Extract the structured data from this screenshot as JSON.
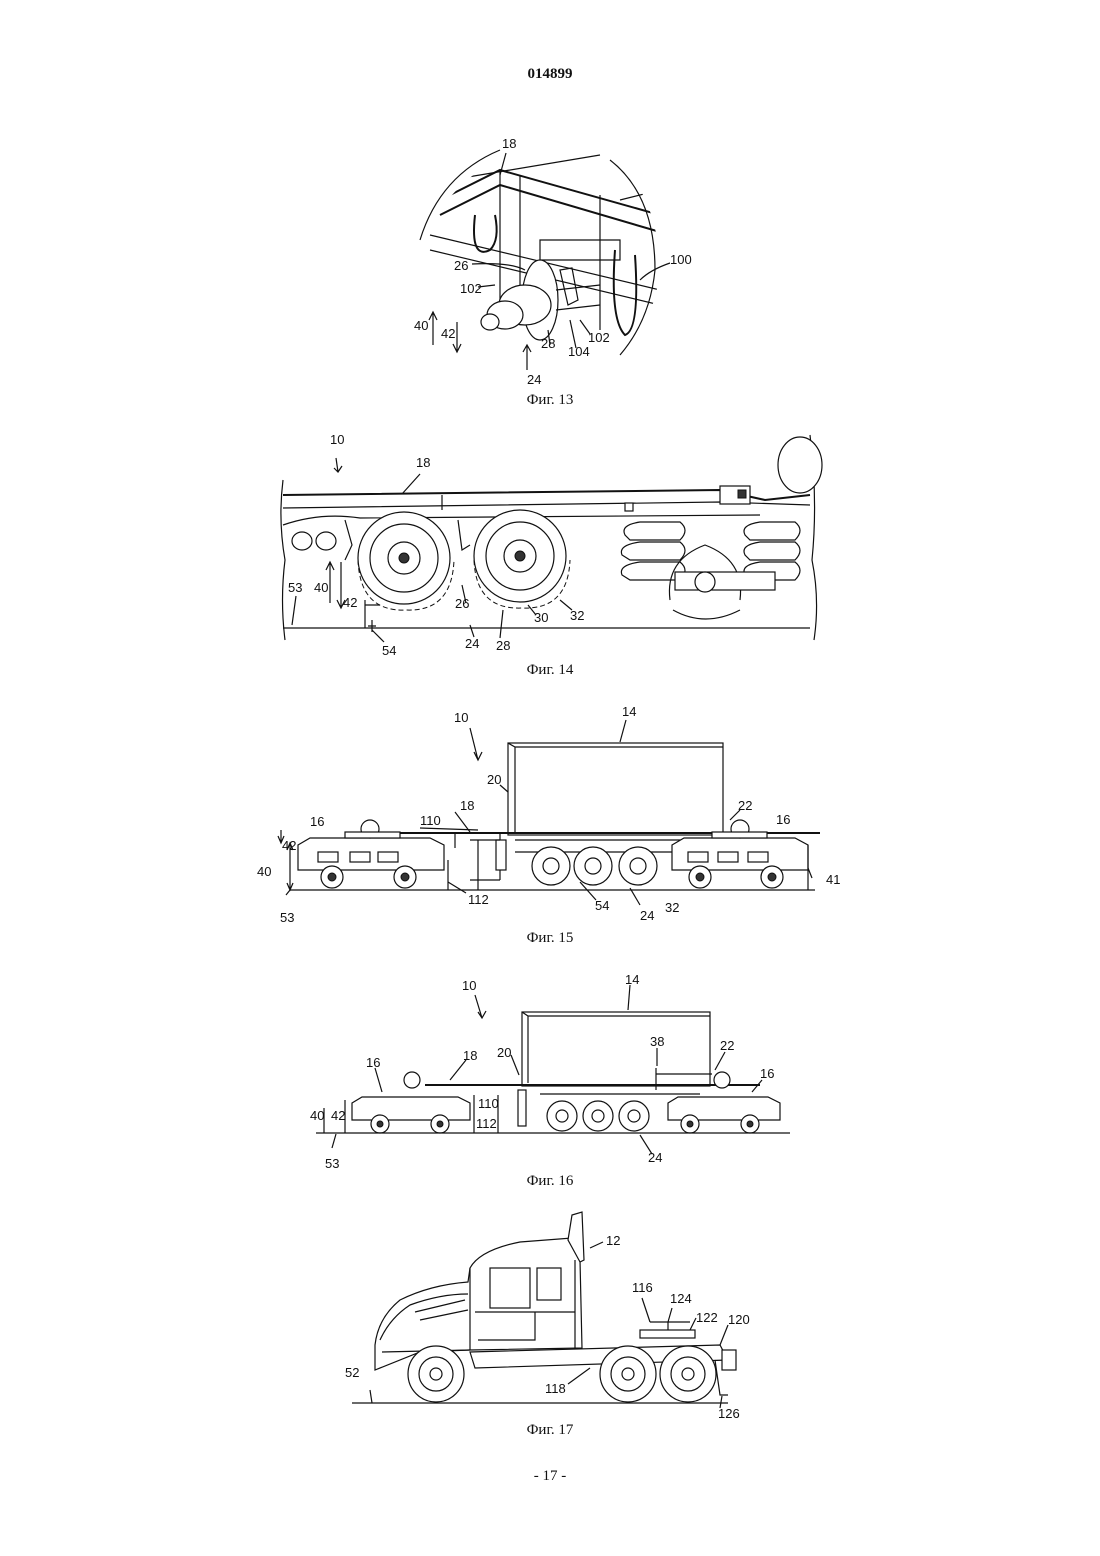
{
  "document": {
    "patent_number": "014899",
    "page_footer": "- 17 -"
  },
  "figures": [
    {
      "id": "fig13",
      "caption": "Фиг. 13",
      "labels": {
        "l18": "18",
        "l100": "100",
        "l26": "26",
        "l102a": "102",
        "l40": "40",
        "l42": "42",
        "l28": "28",
        "l104": "104",
        "l102b": "102",
        "l24": "24"
      }
    },
    {
      "id": "fig14",
      "caption": "Фиг. 14",
      "labels": {
        "l10": "10",
        "l18": "18",
        "l53": "53",
        "l40": "40",
        "l42": "42",
        "l54": "54",
        "l26": "26",
        "l24": "24",
        "l28": "28",
        "l30": "30",
        "l32": "32"
      }
    },
    {
      "id": "fig15",
      "caption": "Фиг. 15",
      "labels": {
        "l10": "10",
        "l14": "14",
        "l20": "20",
        "l110": "110",
        "l18": "18",
        "l16a": "16",
        "l42": "42",
        "l40": "40",
        "l53": "53",
        "l112": "112",
        "l54": "54",
        "l24": "24",
        "l32": "32",
        "l22": "22",
        "l16b": "16",
        "l41": "41"
      }
    },
    {
      "id": "fig16",
      "caption": "Фиг. 16",
      "labels": {
        "l10": "10",
        "l14": "14",
        "l38": "38",
        "l22": "22",
        "l20": "20",
        "l18": "18",
        "l16a": "16",
        "l16b": "16",
        "l40": "40",
        "l42": "42",
        "l110": "110",
        "l112": "112",
        "l53": "53",
        "l24": "24"
      }
    },
    {
      "id": "fig17",
      "caption": "Фиг. 17",
      "labels": {
        "l12": "12",
        "l116": "116",
        "l124": "124",
        "l122": "122",
        "l120": "120",
        "l52": "52",
        "l118": "118",
        "l126": "126"
      }
    }
  ]
}
